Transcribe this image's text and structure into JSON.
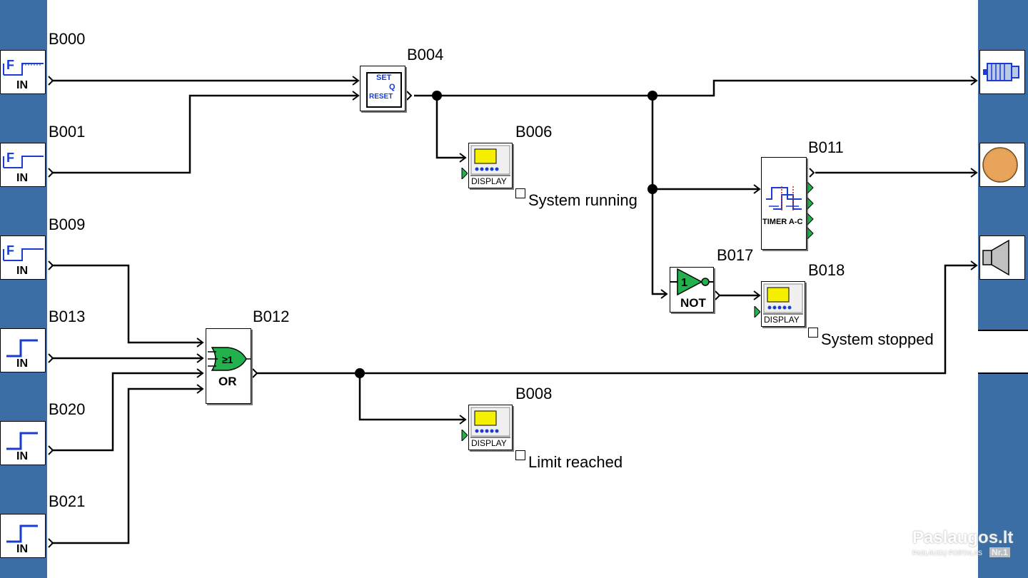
{
  "inputs": [
    {
      "id": "B000",
      "type_label": "IN",
      "kind": "function-key-icon",
      "key": "F"
    },
    {
      "id": "B001",
      "type_label": "IN",
      "kind": "function-key-icon",
      "key": "F"
    },
    {
      "id": "B009",
      "type_label": "IN",
      "kind": "function-key-icon",
      "key": "F"
    },
    {
      "id": "B013",
      "type_label": "IN",
      "kind": "digital-input-icon"
    },
    {
      "id": "B020",
      "type_label": "IN",
      "kind": "digital-input-icon"
    },
    {
      "id": "B021",
      "type_label": "IN",
      "kind": "digital-input-icon"
    }
  ],
  "outputs": [
    {
      "kind": "motor-icon"
    },
    {
      "kind": "lamp-icon"
    },
    {
      "kind": "speaker-icon"
    }
  ],
  "blocks": {
    "b004": {
      "id": "B004",
      "text_set": "SET",
      "text_q": "Q",
      "text_reset": "RESET"
    },
    "b006": {
      "id": "B006",
      "text": "DISPLAY",
      "message": "System running"
    },
    "b011": {
      "id": "B011",
      "text": "TIMER A-C"
    },
    "b017": {
      "id": "B017",
      "text": "NOT",
      "symbol": "1"
    },
    "b018": {
      "id": "B018",
      "text": "DISPLAY",
      "message": "System stopped"
    },
    "b012": {
      "id": "B012",
      "text": "OR",
      "symbol": "≥1"
    },
    "b008": {
      "id": "B008",
      "text": "DISPLAY",
      "message": "Limit reached"
    }
  },
  "watermark": {
    "title": "Paslaugos.lt",
    "subtitle": "PASLAUGŲ PORTALAS",
    "badge": "Nr.1"
  },
  "colors": {
    "rail": "#3a6ea5",
    "display_screen": "#f5f000",
    "gate_green": "#22b14c",
    "timer_blue": "#1a3cd1"
  }
}
